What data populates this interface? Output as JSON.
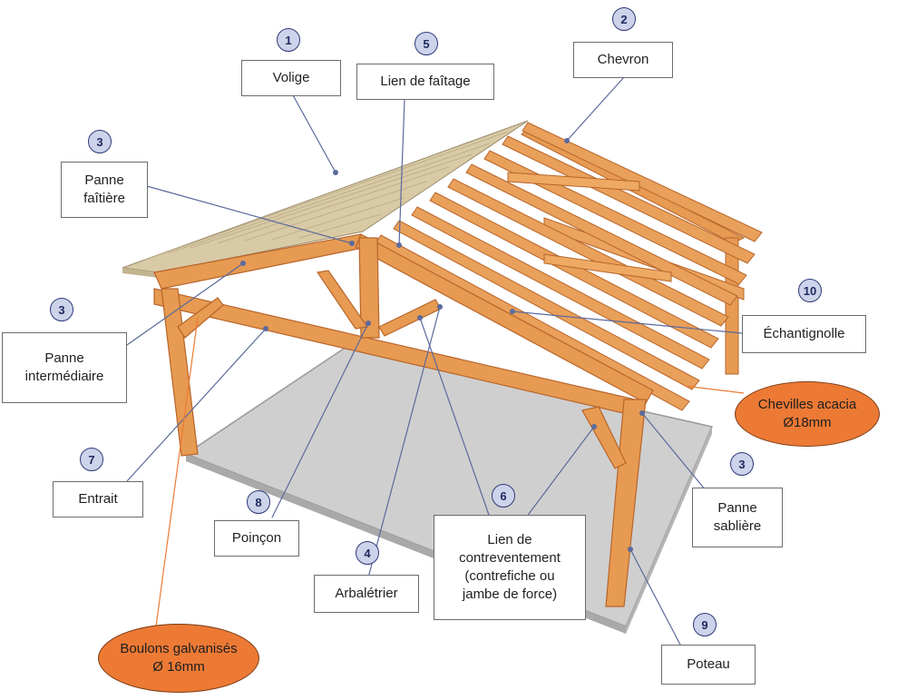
{
  "labels": {
    "volige": "Volige",
    "lien_faitage": "Lien de faîtage",
    "chevron": "Chevron",
    "panne_faitiere_1": "Panne",
    "panne_faitiere_2": "faîtière",
    "panne_intermediaire_1": "Panne",
    "panne_intermediaire_2": "intermédiaire",
    "echantignolle": "Échantignolle",
    "entrait": "Entrait",
    "poincon": "Poinçon",
    "arbaletrier": "Arbalétrier",
    "lien_contrev_1": "Lien de",
    "lien_contrev_2": "contreventement",
    "lien_contrev_3": "(contrefiche ou",
    "lien_contrev_4": "jambe de force)",
    "panne_sabliere_1": "Panne",
    "panne_sabliere_2": "sablière",
    "poteau": "Poteau"
  },
  "numbers": {
    "volige": "1",
    "chevron": "2",
    "panne_faitiere": "3",
    "panne_intermediaire": "3",
    "panne_sabliere": "3",
    "arbaletrier": "4",
    "lien_faitage": "5",
    "lien_contrev": "6",
    "entrait": "7",
    "poincon": "8",
    "poteau": "9",
    "echantignolle": "10"
  },
  "callouts": {
    "chevilles_1": "Chevilles acacia",
    "chevilles_2": "Ø18mm",
    "boulons_1": "Boulons galvanisés",
    "boulons_2": "Ø 16mm"
  },
  "colors": {
    "wood": "#e79a52",
    "wood_dark": "#b8652a",
    "sheathing": "#d7c7a3",
    "slab": "#c9c9c9",
    "leader": "#5b6a9c",
    "callout_fill": "#ec7a35",
    "badge_fill": "#ccd3ea"
  }
}
